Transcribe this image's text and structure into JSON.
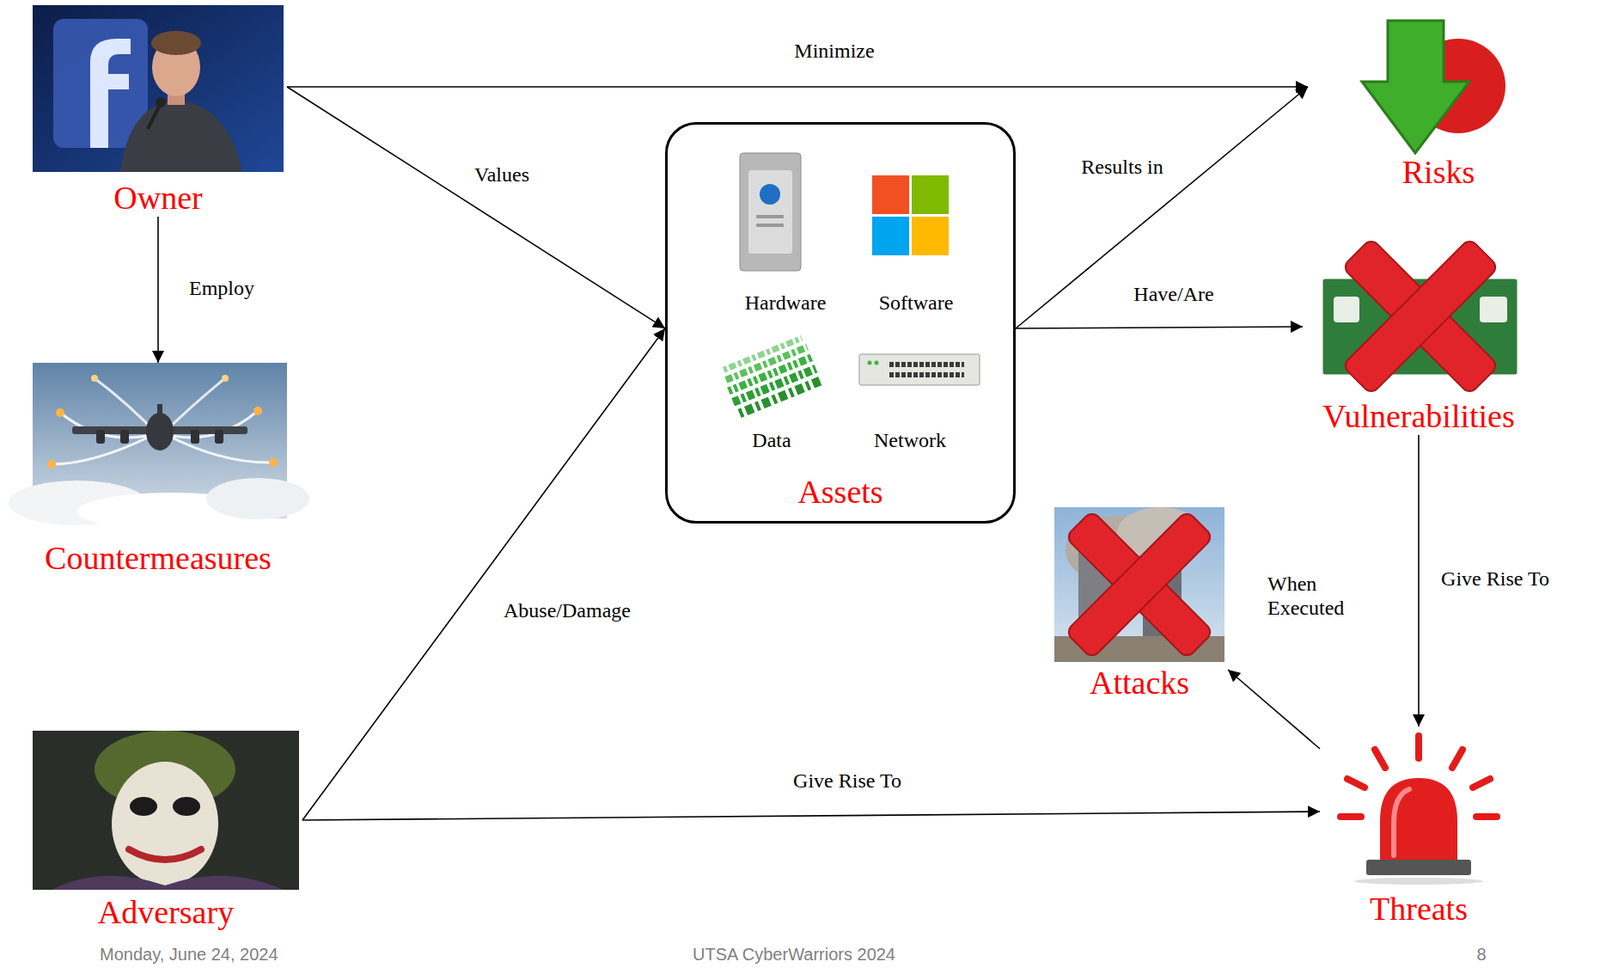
{
  "diagram": {
    "nodes": [
      {
        "text": [
          "Owner"
        ]
      },
      {
        "text": [
          "Assets"
        ]
      },
      {
        "text": [
          "Hardware"
        ],
        "in": 1
      },
      {
        "text": [
          "Software"
        ],
        "in": 1
      },
      {
        "text": [
          "Data"
        ],
        "in": 1
      },
      {
        "text": [
          "Network"
        ],
        "in": 1
      },
      {
        "text": [
          "Risks"
        ]
      },
      {
        "text": [
          "Vulnerabilities"
        ]
      },
      {
        "text": [
          "Countermeasures"
        ]
      },
      {
        "text": [
          "Attacks"
        ]
      },
      {
        "text": [
          "Adversary"
        ]
      },
      {
        "text": [
          "Threats"
        ]
      }
    ],
    "edges": [
      {
        "from": 0,
        "to": 6,
        "arrow": "to",
        "label": "Minimize"
      },
      {
        "from": 0,
        "to": 1,
        "arrow": "to",
        "label": "Values"
      },
      {
        "from": 0,
        "to": 8,
        "arrow": "to",
        "label": "Employ"
      },
      {
        "from": 1,
        "to": 6,
        "arrow": "to",
        "label": "Results in"
      },
      {
        "from": 1,
        "to": 7,
        "arrow": "to",
        "label": "Have/Are"
      },
      {
        "from": 7,
        "to": 11,
        "arrow": "to",
        "label": "Give Rise To"
      },
      {
        "from": 11,
        "to": 9,
        "arrow": "to",
        "label": "When Executed"
      },
      {
        "from": 10,
        "to": 1,
        "arrow": "to",
        "label": "Abuse/Damage"
      },
      {
        "from": 10,
        "to": 11,
        "arrow": "to",
        "label": "Give Rise To"
      }
    ],
    "labels": [
      "Monday, June 24, 2024",
      "UTSA CyberWarriors 2024",
      "8"
    ]
  }
}
